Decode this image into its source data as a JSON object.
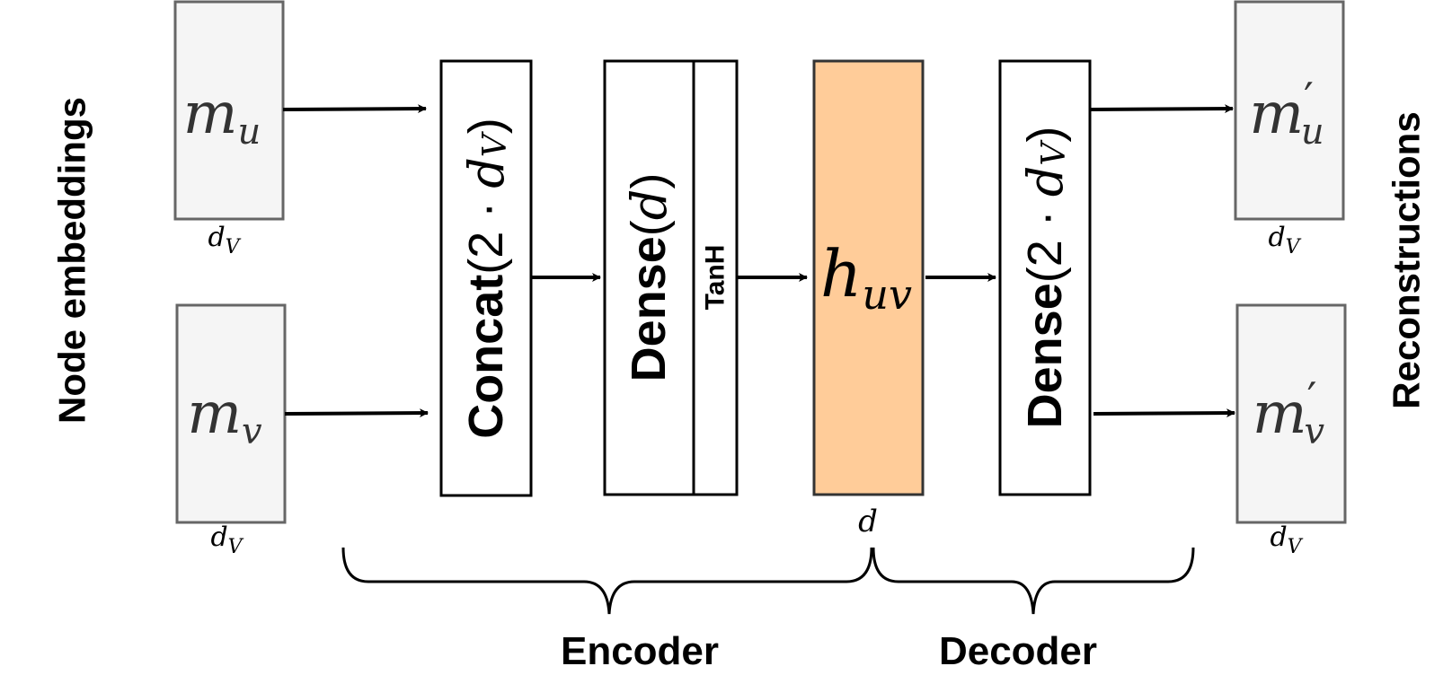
{
  "side_labels": {
    "left": "Node embeddings",
    "right": "Reconstructions"
  },
  "inputs": {
    "u": {
      "base": "m",
      "sub": "u"
    },
    "v": {
      "base": "m",
      "sub": "v"
    },
    "dim": {
      "base": "d",
      "sub": "V"
    }
  },
  "outputs": {
    "u": {
      "base": "m",
      "prime": "′",
      "sub": "u"
    },
    "v": {
      "base": "m",
      "prime": "′",
      "sub": "v"
    },
    "dim": {
      "base": "d",
      "sub": "V"
    }
  },
  "layers": {
    "concat": {
      "name": "Concat",
      "open": "(2 · ",
      "var": "d",
      "sub": "V",
      "close": ")"
    },
    "dense_enc": {
      "name": "Dense",
      "open": "(",
      "var": "d",
      "close": ")"
    },
    "activation": "TanH",
    "latent": {
      "base": "h",
      "sub": "uv",
      "dim": "d"
    },
    "dense_dec": {
      "name": "Dense",
      "open": "(2 · ",
      "var": "d",
      "sub": "V",
      "close": ")"
    }
  },
  "groups": {
    "encoder": "Encoder",
    "decoder": "Decoder"
  },
  "colors": {
    "input_fill": "#f5f5f5",
    "input_stroke": "#666666",
    "latent_fill": "#ffcc99",
    "latent_stroke": "#333333",
    "layer_stroke": "#000000"
  }
}
